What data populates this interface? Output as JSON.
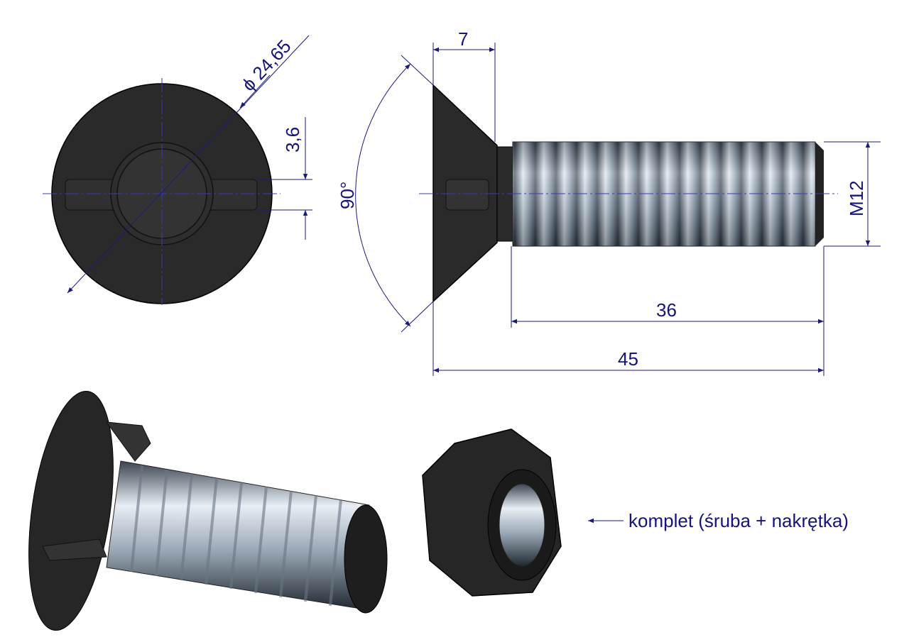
{
  "dimensions": {
    "diameter": "ϕ 24,65",
    "slot_width": "3,6",
    "head_height": "7",
    "angle": "90°",
    "thread": "M12",
    "thread_length": "36",
    "total_length": "45"
  },
  "caption": "komplet (śruba + nakrętka)",
  "colors": {
    "dimension": "#1b1b7a",
    "part": "#2a2a2a",
    "thread": "#b8c4d0"
  }
}
